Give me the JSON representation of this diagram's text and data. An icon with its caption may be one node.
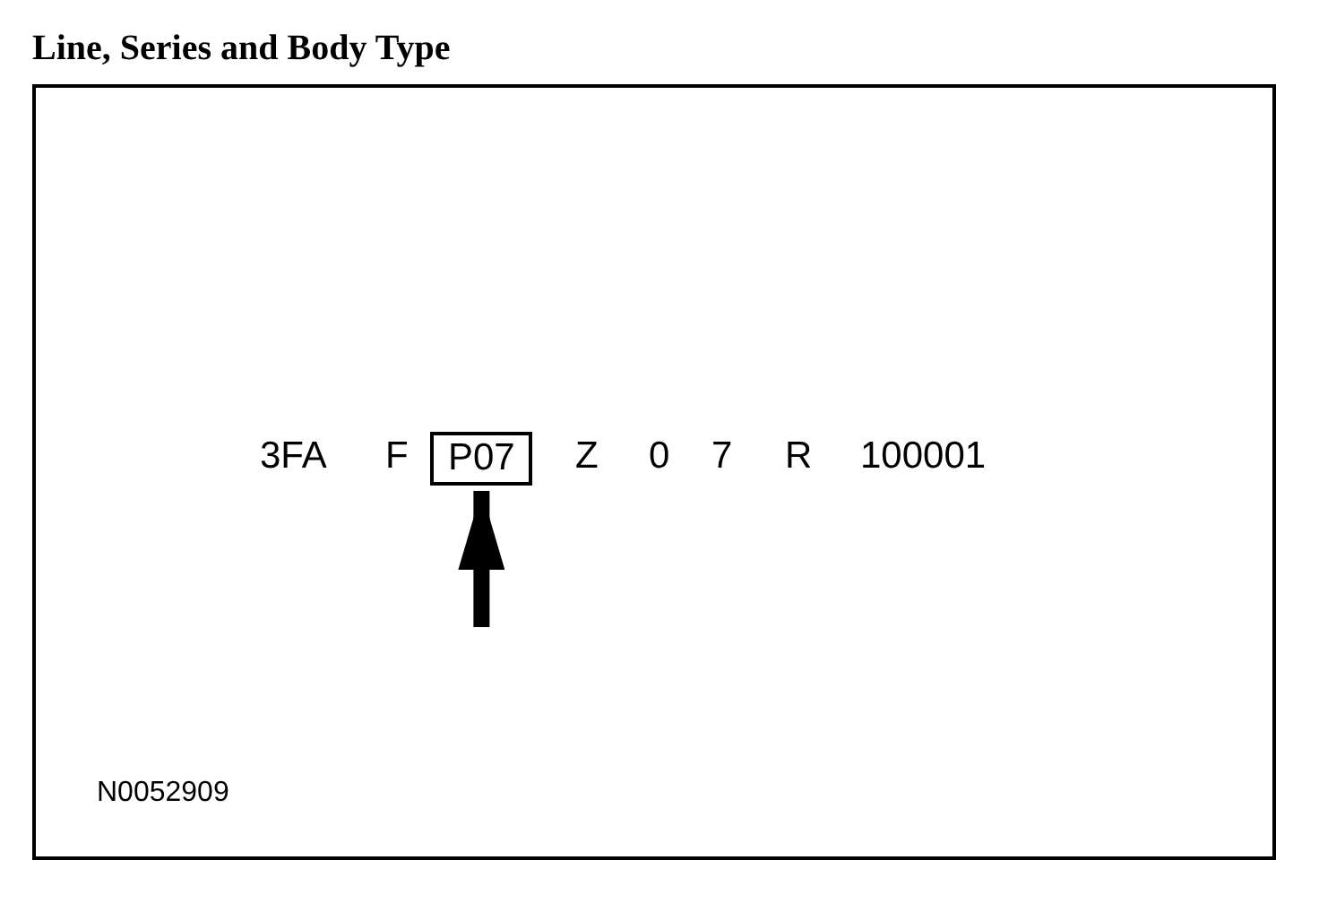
{
  "diagram": {
    "title": "Line, Series and Body Type",
    "nodes": [
      {
        "text": [],
        "shape": "box"
      },
      {
        "text": [
          "P07"
        ],
        "in": 0
      }
    ],
    "edges": [
      {
        "from": null,
        "to": 1,
        "arrow": "to"
      }
    ],
    "labels": [
      "3FA",
      "F",
      "Z",
      "0",
      "7",
      "R",
      "100001",
      "N0052909"
    ]
  }
}
